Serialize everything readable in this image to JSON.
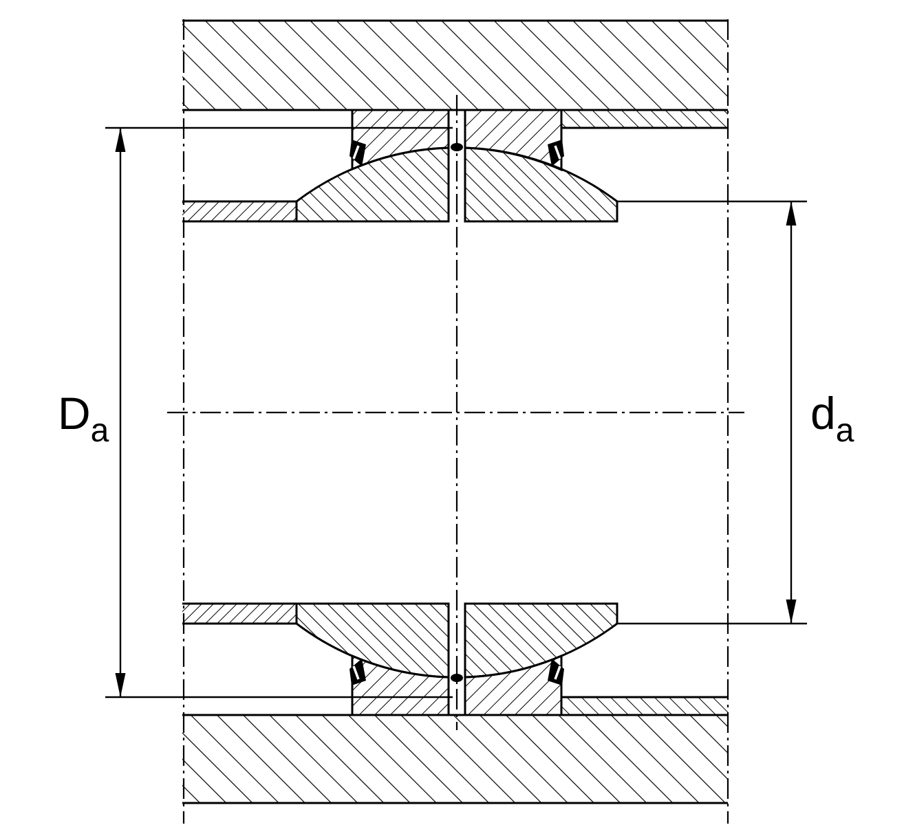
{
  "labels": {
    "outer_abutment": {
      "symbol": "D",
      "subscript": "a"
    },
    "inner_abutment": {
      "symbol": "d",
      "subscript": "a"
    }
  },
  "colors": {
    "ink": "#000000",
    "paper": "#ffffff"
  }
}
